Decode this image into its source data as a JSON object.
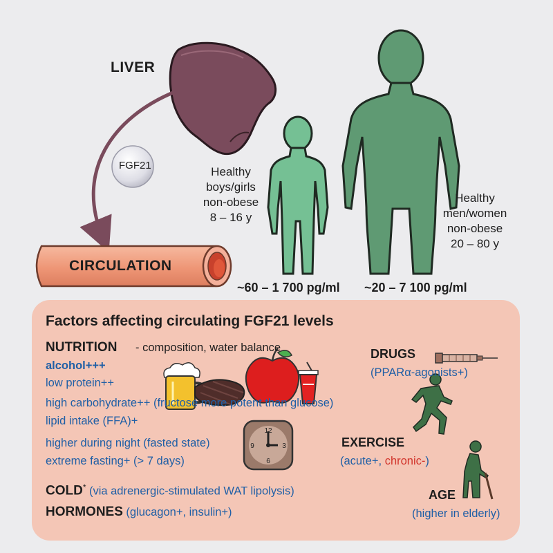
{
  "top": {
    "liver_label": "LIVER",
    "molecule_label": "FGF21",
    "circulation_label": "CIRCULATION",
    "children": {
      "line1": "Healthy",
      "line2": "boys/girls",
      "line3": "non-obese",
      "line4": "8 – 16 y",
      "range": "~60 – 1 700 pg/ml"
    },
    "adults": {
      "line1": "Healthy",
      "line2": "men/women",
      "line3": "non-obese",
      "line4": "20 – 80 y",
      "range": "~20 – 7 100 pg/ml"
    }
  },
  "panel": {
    "title": "Factors affecting circulating FGF21 levels",
    "nutrition": {
      "heading": "NUTRITION",
      "subtitle": "- composition, water balance",
      "alcohol": "alcohol+++",
      "low_protein": "low protein++",
      "high_carb": "high carbohydrate++ (fructose more potent than glucose)",
      "lipid": "lipid intake (FFA)+",
      "night": "higher during night (fasted state)",
      "fasting": "extreme fasting+ (> 7 days)"
    },
    "cold": {
      "heading": "COLD",
      "star": "*",
      "detail": "(via adrenergic-stimulated WAT lipolysis)"
    },
    "hormones": {
      "heading": "HORMONES",
      "detail": "(glucagon+, insulin+)"
    },
    "drugs": {
      "heading": "DRUGS",
      "detail": "(PPARα-agonists+)"
    },
    "exercise": {
      "heading": "EXERCISE",
      "open": "(",
      "acute": "acute+,",
      "chronic": "chronic-",
      "close": ")"
    },
    "age": {
      "heading": "AGE",
      "detail": "(higher in elderly)"
    }
  },
  "clock": {
    "numbers": [
      "12",
      "3",
      "6",
      "9"
    ]
  },
  "colors": {
    "background": "#ececee",
    "panel": "#f4c6b6",
    "liver": "#7a4b5c",
    "figure_green": "#5f9a73",
    "child_green": "#75c094",
    "vessel": "#ef9d80",
    "blue_text": "#1f5fa6",
    "red_text": "#d2342b"
  },
  "icons": [
    "liver-icon",
    "fgf21-sphere-icon",
    "blood-vessel-icon",
    "child-silhouette-icon",
    "adult-silhouette-icon",
    "beer-mug-icon",
    "steak-icon",
    "apple-icon",
    "soda-cup-icon",
    "clock-icon",
    "syringe-icon",
    "runner-icon",
    "elderly-person-icon"
  ]
}
